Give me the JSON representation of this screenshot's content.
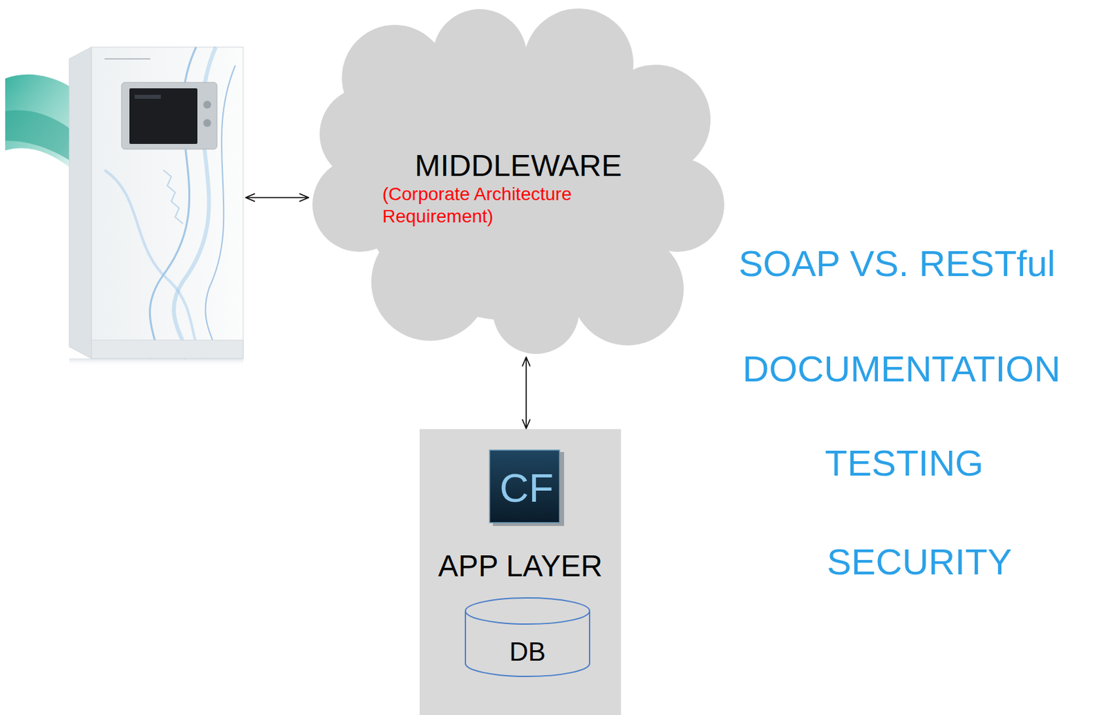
{
  "diagram": {
    "nodes": [
      {
        "text": [
          "MIDDLEWARE",
          "(Corporate Architecture Requirement)"
        ]
      },
      {
        "text": [
          "APP LAYER"
        ]
      },
      {
        "text": [
          "CF"
        ],
        "in": 1
      },
      {
        "text": [
          "DB"
        ],
        "in": 1
      }
    ],
    "edges": [
      {
        "from": 0,
        "to": 1,
        "arrow": "both"
      }
    ],
    "labels": [
      "SOAP VS. RESTful",
      "DOCUMENTATION",
      "TESTING",
      "SECURITY"
    ]
  }
}
